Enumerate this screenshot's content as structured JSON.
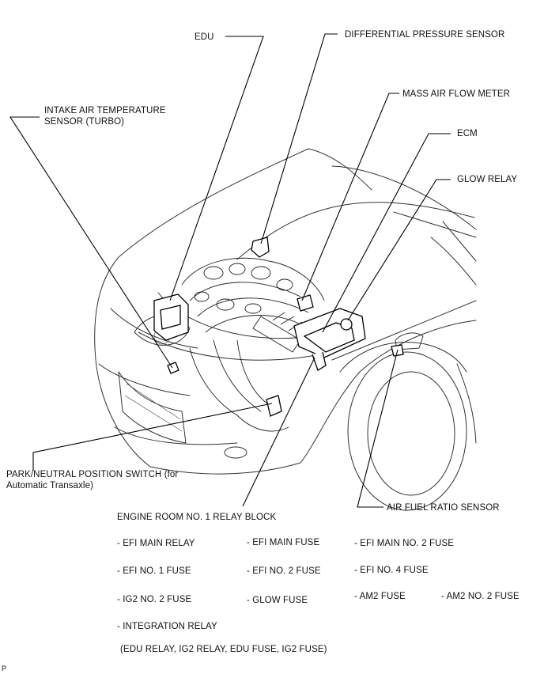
{
  "labels": {
    "edu": "EDU",
    "differential_pressure_sensor": "DIFFERENTIAL PRESSURE SENSOR",
    "mass_air_flow_meter": "MASS AIR FLOW METER",
    "ecm": "ECM",
    "glow_relay": "GLOW RELAY",
    "intake_air_temp_sensor_line1": "INTAKE AIR TEMPERATURE",
    "intake_air_temp_sensor_line2": "SENSOR (TURBO)",
    "park_neutral_switch_line1": "PARK/NEUTRAL POSITION SWITCH (for",
    "park_neutral_switch_line2": "Automatic Transaxle)",
    "air_fuel_ratio_sensor": "AIR FUEL RATIO SENSOR",
    "relay_block_title": "ENGINE ROOM NO. 1 RELAY BLOCK"
  },
  "relay_block_items": {
    "efi_main_relay": "- EFI MAIN RELAY",
    "efi_main_fuse": "- EFI MAIN FUSE",
    "efi_main_no2_fuse": "- EFI MAIN NO. 2 FUSE",
    "efi_no1_fuse": "- EFI NO. 1 FUSE",
    "efi_no2_fuse": "- EFI NO. 2 FUSE",
    "efi_no4_fuse": "- EFI NO. 4 FUSE",
    "ig2_no2_fuse": "- IG2 NO. 2 FUSE",
    "glow_fuse": "- GLOW FUSE",
    "am2_fuse": "- AM2 FUSE",
    "am2_no2_fuse": "- AM2 NO. 2 FUSE",
    "integration_relay": "- INTEGRATION RELAY",
    "integration_relay_detail": "(EDU RELAY, IG2 RELAY, EDU FUSE, IG2 FUSE)"
  },
  "corner_mark": "P"
}
